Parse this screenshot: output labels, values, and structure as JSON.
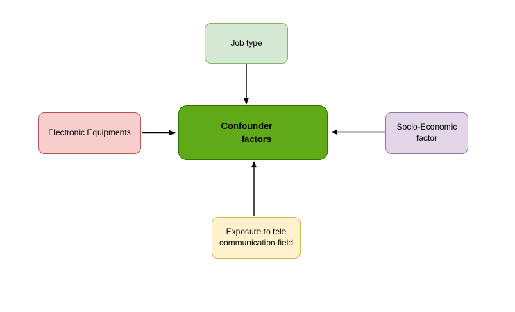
{
  "diagram": {
    "background": "#ffffff",
    "arrow_color": "#000000",
    "nodes": {
      "job_type": {
        "label": "Job type",
        "fill": "#d5e8d4",
        "border": "#82b366"
      },
      "confounder_factors": {
        "lines": [
          "Confounder",
          "factors"
        ],
        "fill": "#60a917",
        "border": "#2d7600"
      },
      "electronic_equipments": {
        "label": "Electronic Equipments",
        "fill": "#f8cecc",
        "border": "#b85450"
      },
      "socio_economic": {
        "lines": [
          "Socio-Economic",
          "factor"
        ],
        "fill": "#e1d5e7",
        "border": "#9673a6"
      },
      "exposure_tele": {
        "lines": [
          "Exposure to tele",
          "communication field"
        ],
        "fill": "#fff2cc",
        "border": "#d6b656"
      }
    },
    "edges": [
      {
        "from": "job_type",
        "to": "confounder_factors",
        "direction": "down"
      },
      {
        "from": "electronic_equipments",
        "to": "confounder_factors",
        "direction": "right"
      },
      {
        "from": "socio_economic",
        "to": "confounder_factors",
        "direction": "left"
      },
      {
        "from": "exposure_tele",
        "to": "confounder_factors",
        "direction": "up"
      }
    ]
  }
}
